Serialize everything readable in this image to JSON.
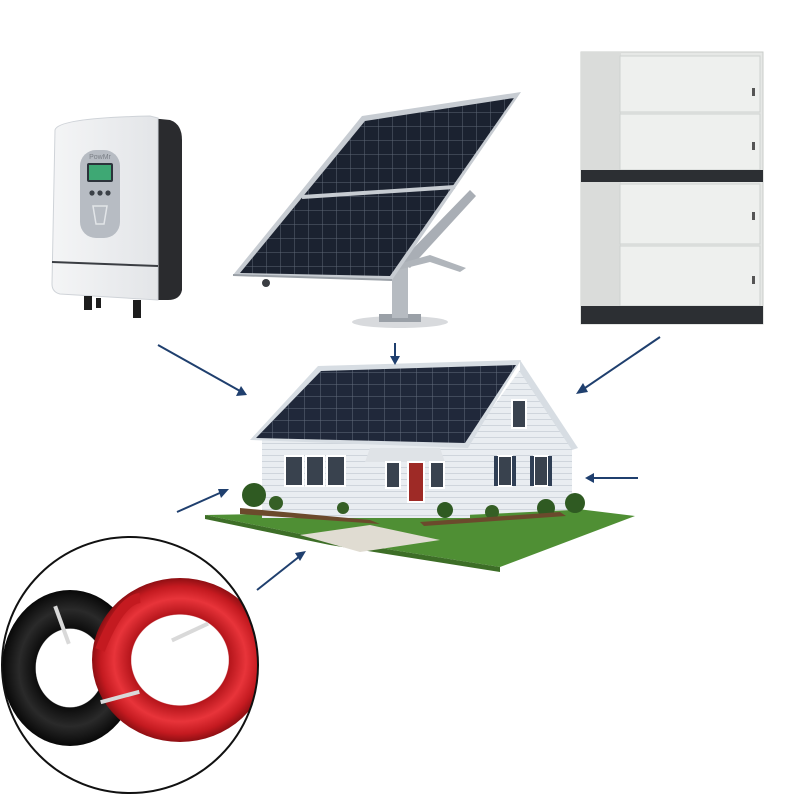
{
  "inverter": {
    "brand": "PowMr"
  },
  "components": [
    {
      "id": "inverter",
      "icon": "solar-inverter-icon"
    },
    {
      "id": "solar-panel",
      "icon": "solar-panel-on-mount-icon"
    },
    {
      "id": "battery",
      "icon": "battery-storage-cabinet-icon"
    },
    {
      "id": "house",
      "icon": "house-with-rooftop-solar-icon"
    },
    {
      "id": "cables",
      "icon": "pv-cable-coils-icon"
    }
  ],
  "colors": {
    "arrow": "#1f3f6e",
    "panel_cell": "#1b2230",
    "panel_frame": "#b9bec5",
    "grass": "#4f8f34",
    "house_siding": "#e9edf1",
    "roof_trim": "#d7dde3",
    "battery_body": "#eef0ee",
    "battery_band": "#2c2f33",
    "cable_red": "#d41f26",
    "cable_black": "#151515"
  }
}
